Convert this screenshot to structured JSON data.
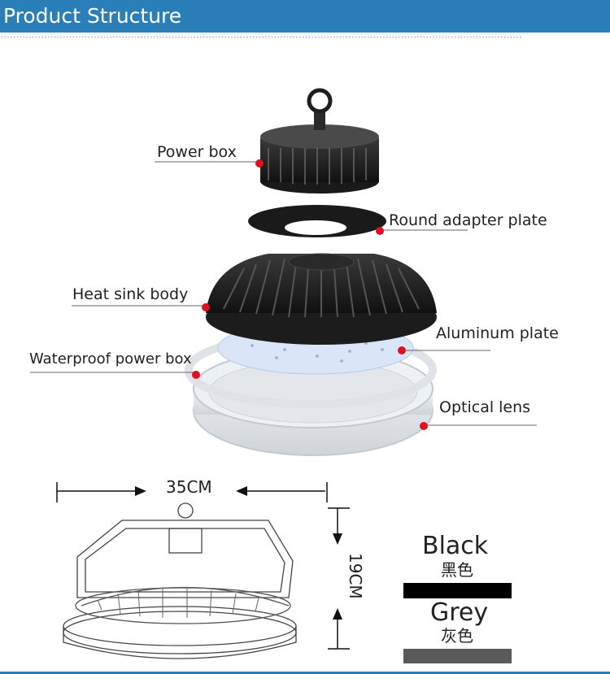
{
  "header": {
    "title": "Product Structure",
    "chevrons": "››››››››››››››››››››››››››››››››››››››››››››››››››››››››››››››››››››››››››››››››››››››››››››››››››››››››››››››››››››››››››››››››››››››››››››››››››››››››››››››››››››››››"
  },
  "parts": {
    "power_box": "Power box",
    "round_adapter_plate": "Round adapter plate",
    "heat_sink_body": "Heat sink body",
    "aluminum_plate": "Aluminum plate",
    "waterproof_power_box": "Waterproof power box",
    "optical_lens": "Optical lens"
  },
  "dimensions": {
    "width": "35CM",
    "height": "19CM"
  },
  "colors": {
    "black_en": "Black",
    "black_cn": "黑色",
    "grey_en": "Grey",
    "grey_cn": "灰色",
    "black_hex": "#000000",
    "grey_hex": "#5a5a5a",
    "accent": "#2a7fb8",
    "marker": "#e01020"
  }
}
